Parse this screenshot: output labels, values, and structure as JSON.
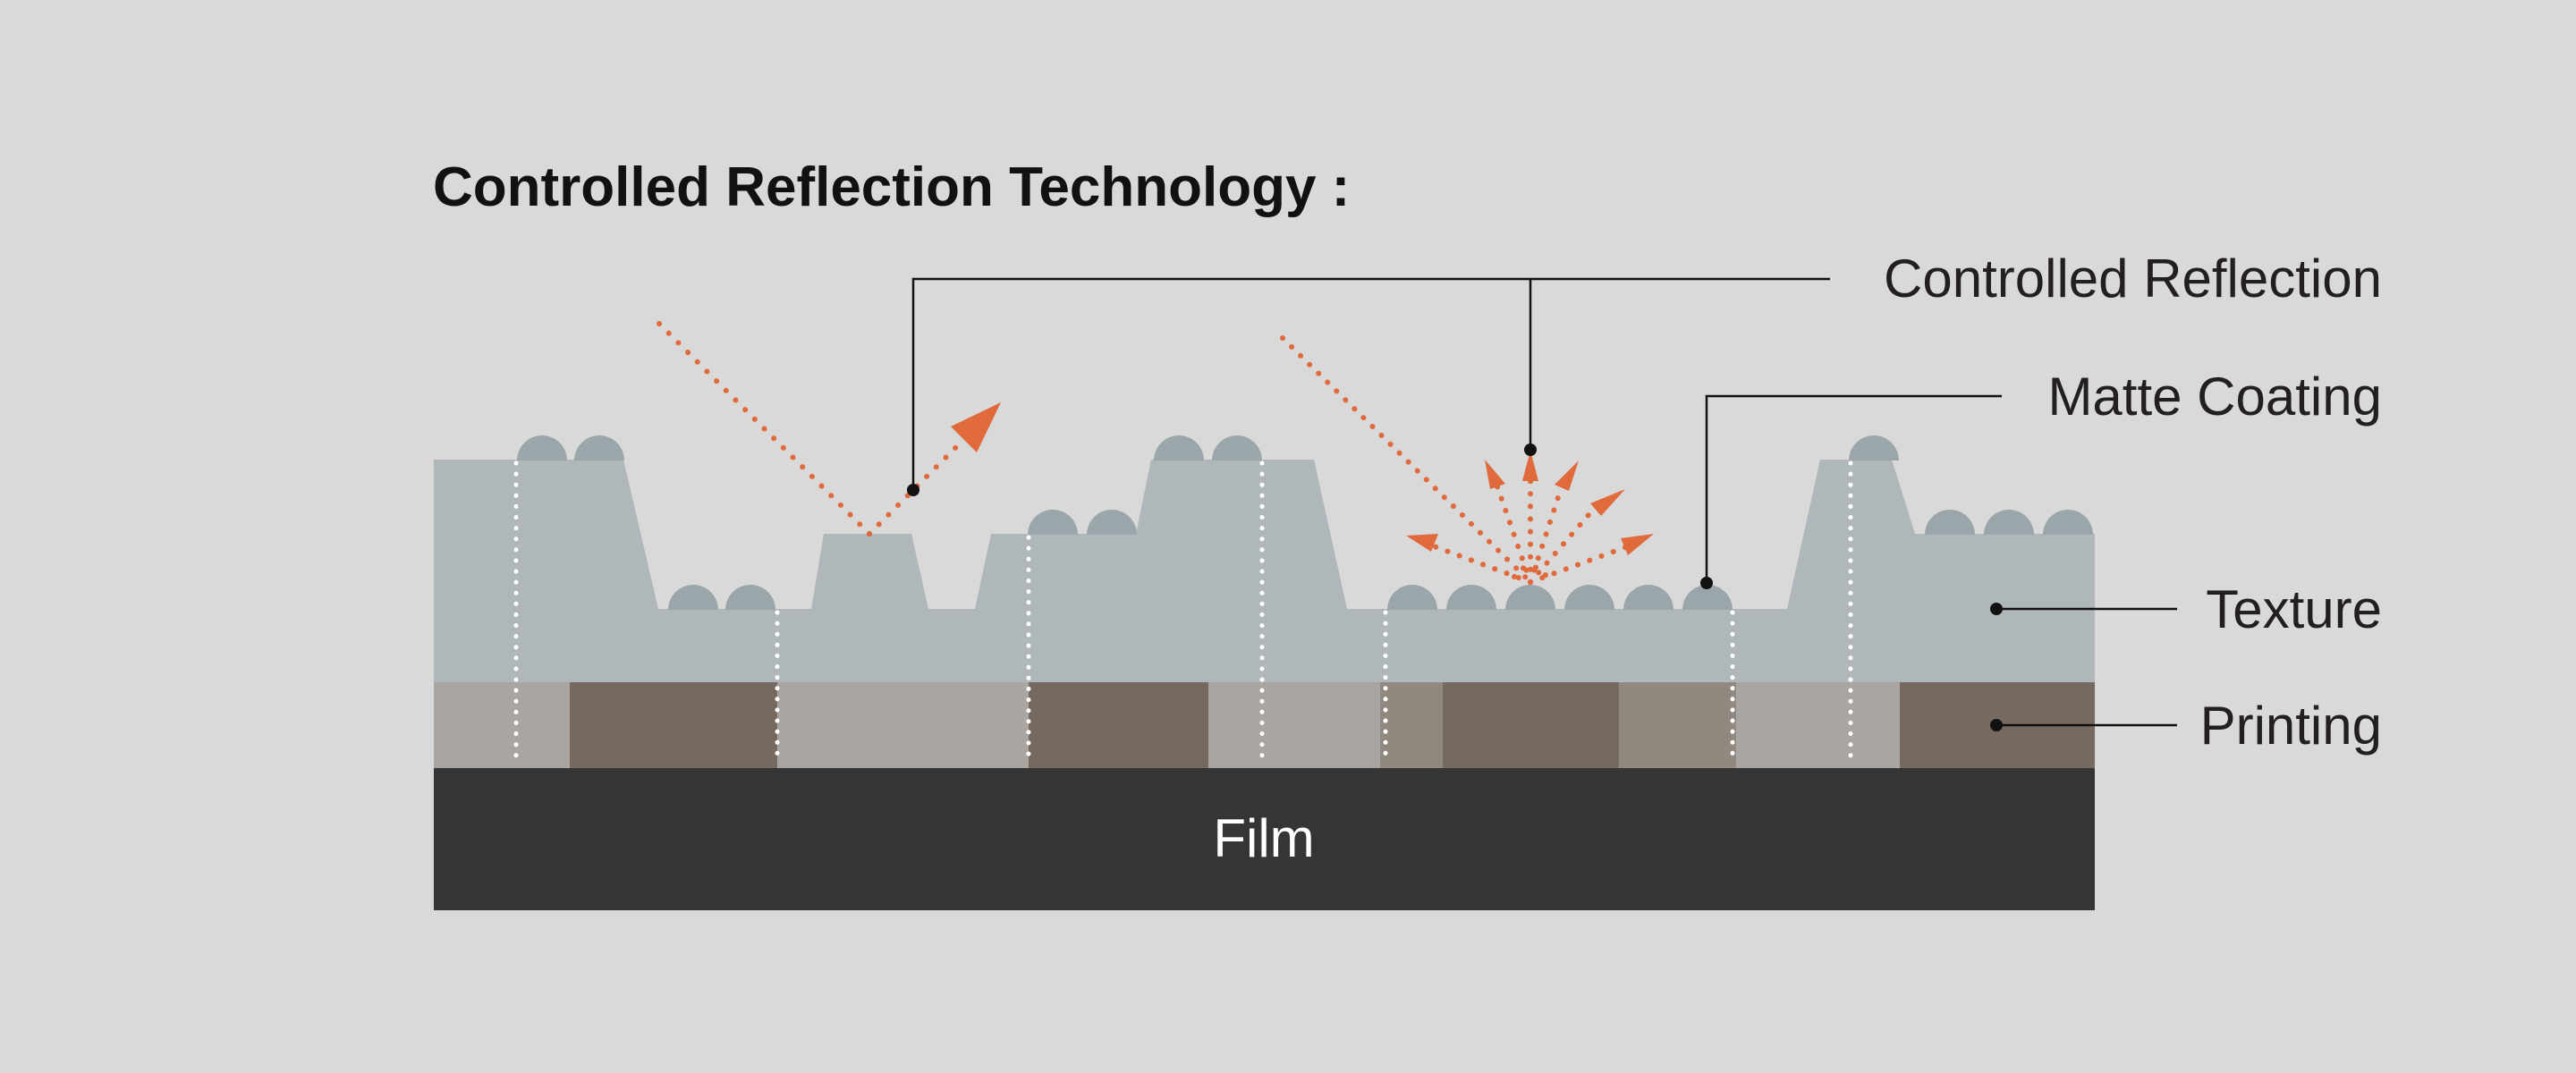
{
  "title": "Controlled Reflection Technology :",
  "labels": {
    "controlled_reflection": "Controlled Reflection",
    "matte_coating": "Matte Coating",
    "texture": "Texture",
    "printing": "Printing",
    "film": "Film"
  },
  "colors": {
    "background": "#d9d9d9",
    "texture": "#b0b7ba",
    "bump": "#9ba6aa",
    "film": "#353535",
    "printing_light": "#aaa5a0",
    "printing_mid": "#918880",
    "printing_dark": "#766a60",
    "arrow": "#e06a3c",
    "leader": "#111111",
    "dots": "#ffffff"
  }
}
